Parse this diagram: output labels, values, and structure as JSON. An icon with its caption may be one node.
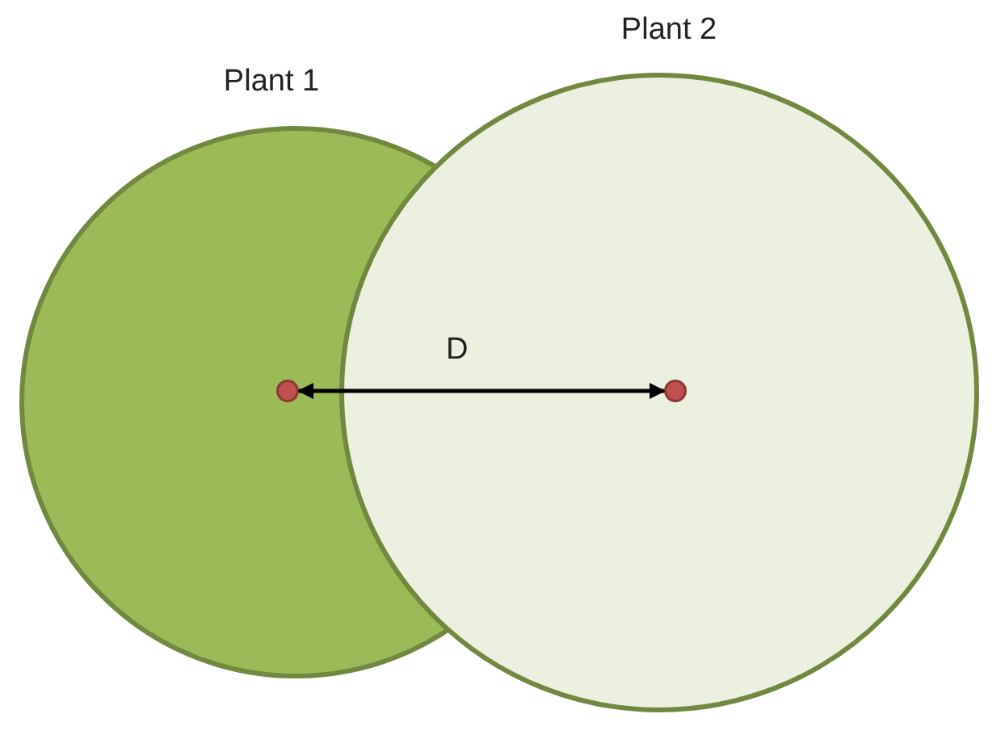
{
  "diagram": {
    "nodes": [
      {
        "text": [
          "Plant 1"
        ]
      },
      {
        "text": [
          "Plant 2"
        ]
      },
      {
        "text": [],
        "shape": "circle",
        "in": 0
      },
      {
        "text": [],
        "shape": "circle",
        "in": 1
      }
    ],
    "edges": [
      {
        "from": 2,
        "to": 3,
        "arrow": "both",
        "label": "D"
      }
    ]
  }
}
